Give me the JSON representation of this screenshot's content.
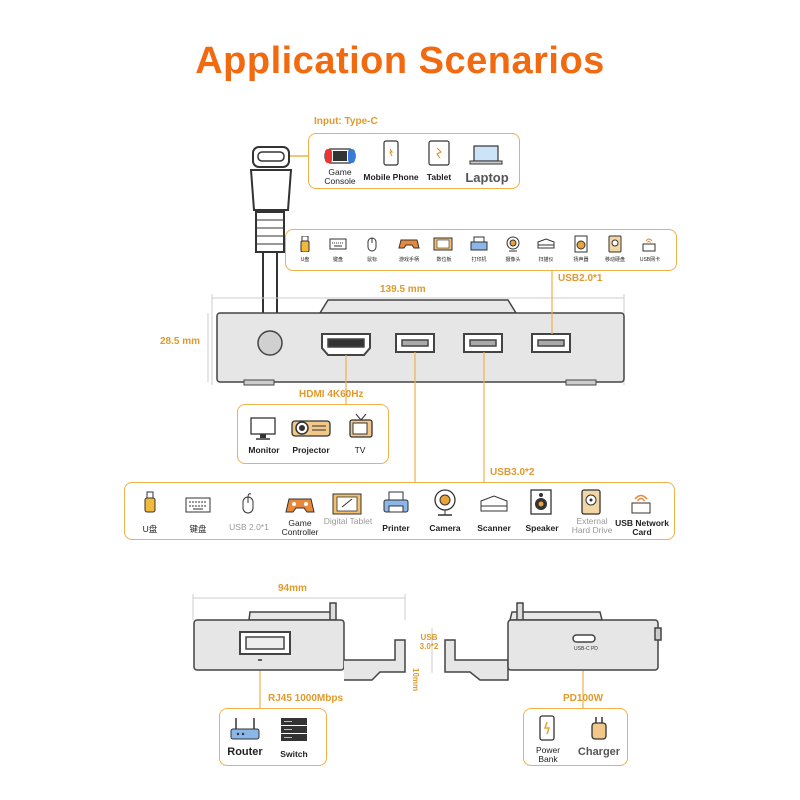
{
  "title": "Application Scenarios",
  "input": {
    "label": "Input: Type-C",
    "devices": [
      "Game Console",
      "Mobile Phone",
      "Tablet",
      "Laptop"
    ]
  },
  "usb2_devices": {
    "items": [
      "U盘",
      "键盘",
      "鼠标",
      "游戏手柄",
      "数位板",
      "打印机",
      "摄像头",
      "扫描仪",
      "扬声器",
      "移动硬盘",
      "USB网卡"
    ],
    "label": "USB2.0*1"
  },
  "dimensions": {
    "width": "139.5 mm",
    "height": "28.5 mm",
    "side_width": "94mm",
    "side_height": "10mm"
  },
  "hdmi": {
    "label": "HDMI 4K60Hz",
    "devices": [
      "Monitor",
      "Projector",
      "TV"
    ]
  },
  "usb3": {
    "label": "USB3.0*2",
    "devices": [
      "U盘",
      "键盘",
      "USB 2.0*1",
      "Game Controller",
      "Digital Tablet",
      "Printer",
      "Camera",
      "Scanner",
      "Speaker",
      "External Hard Drive",
      "USB Network Card"
    ]
  },
  "side_port": {
    "label": "USB 3.0*2"
  },
  "rj45": {
    "label": "RJ45 1000Mbps",
    "devices": [
      "Router",
      "Switch"
    ]
  },
  "pd": {
    "label": "PD100W",
    "port_text": "USB-C PD",
    "devices": [
      "Power Bank",
      "Charger"
    ]
  },
  "colors": {
    "accent": "#f26a0f",
    "line": "#f0b04a",
    "device": "#e4e4e4"
  }
}
